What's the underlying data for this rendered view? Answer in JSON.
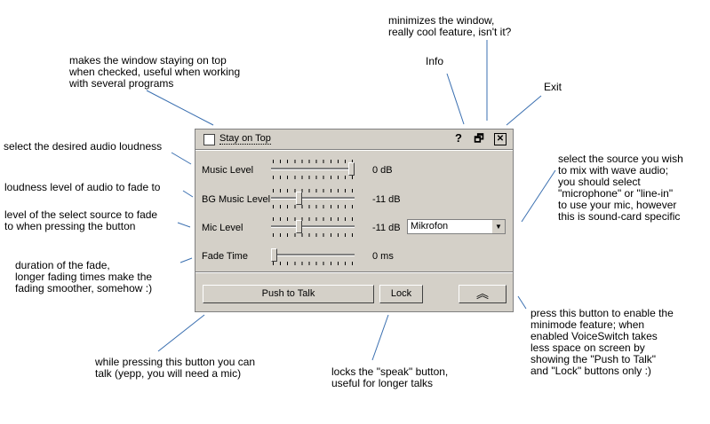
{
  "annotations": {
    "stay_on_top": "makes the window staying on top\nwhen checked, useful when working\nwith several programs",
    "minimize": "minimizes the window,\nreally cool feature, isn't it?",
    "info": "Info",
    "exit": "Exit",
    "audio_loudness": "select the desired audio loudness",
    "fade_loudness": "loudness level of audio to fade to",
    "source_level": "level of the select source to fade\nto when pressing the button",
    "duration": "duration of the fade,\nlonger fading times make the\nfading smoother, somehow :)",
    "source_select": "select the source you wish\nto mix with wave audio;\nyou should select\n\"microphone\" or \"line-in\"\nto use your mic, however\nthis is sound-card specific",
    "minimode": "press this button to enable the\nminimode feature; when\nenabled VoiceSwitch takes\nless space on screen by\nshowing the \"Push to Talk\"\nand \"Lock\" buttons only :)",
    "push": "while pressing this button you can\ntalk (yepp, you will need a mic)",
    "lock": "locks the \"speak\" button,\nuseful for longer talks"
  },
  "window": {
    "stay_on_top_label": "Stay on Top",
    "stay_on_top_checked": false,
    "info_glyph": "?",
    "minimize_glyph": "🗗",
    "close_glyph": "✕",
    "rows": [
      {
        "label": "Music Level",
        "value": "0 dB",
        "level": 1.0
      },
      {
        "label": "BG Music Level",
        "value": "-11 dB",
        "level": 0.32
      },
      {
        "label": "Mic Level",
        "value": "-11 dB",
        "level": 0.32
      },
      {
        "label": "Fade Time",
        "value": "0 ms",
        "level": 0.0
      }
    ],
    "source_select": {
      "value": "Mikrofon",
      "arrow": "▼"
    },
    "push_label": "Push to Talk",
    "lock_label": "Lock",
    "minimode_glyph": "︽"
  }
}
